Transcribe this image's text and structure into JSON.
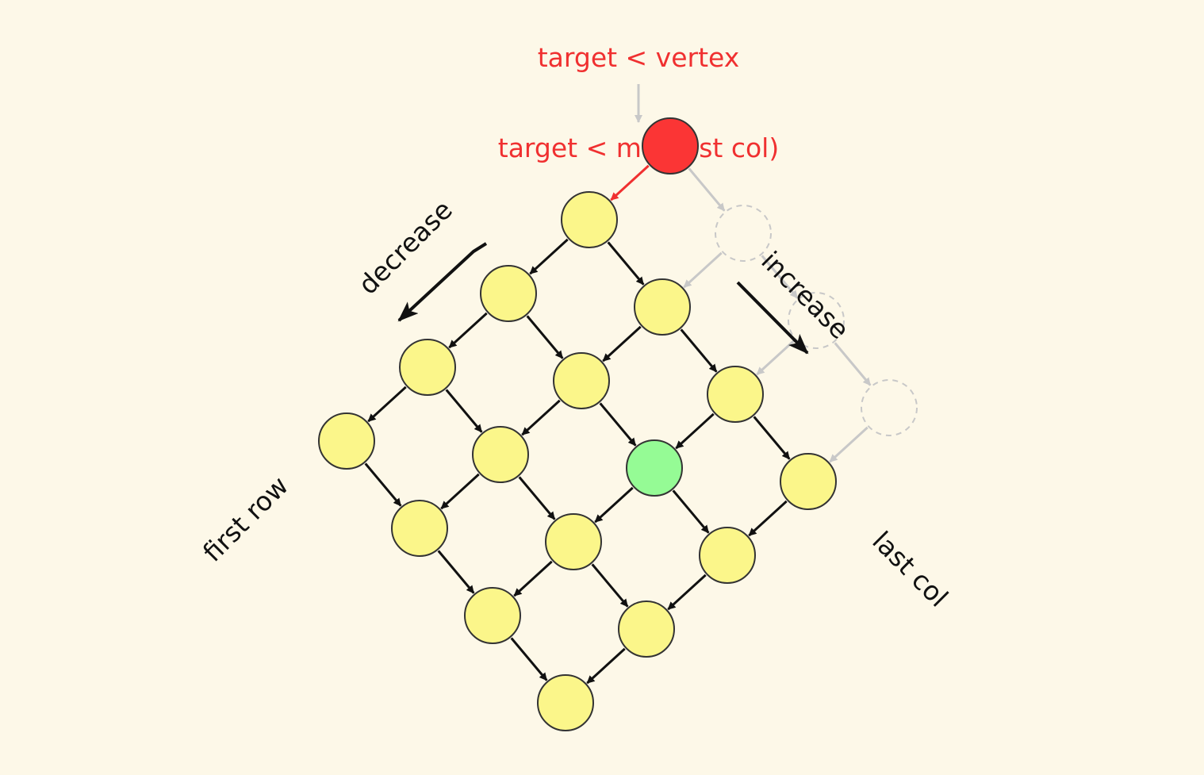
{
  "captions": {
    "condition_top": "target < vertex",
    "condition_bottom": "target < min(last col)"
  },
  "labels": {
    "decrease": "decrease",
    "increase": "increase",
    "first_row": "first row",
    "last_col": "last col"
  },
  "colors": {
    "background": "#fdf8e8",
    "highlight": "#f03030",
    "node_fill": "#fbf68a",
    "node_start": "#fb3535",
    "node_target": "#95fb95",
    "node_stroke": "#333333",
    "eliminated": "#c8c8c8",
    "text": "#111111"
  },
  "grid": {
    "rows": 4,
    "cols": 5,
    "start_node": "r0c4",
    "target_node": "r2c2",
    "eliminated_column": 4,
    "active_move": "left"
  }
}
